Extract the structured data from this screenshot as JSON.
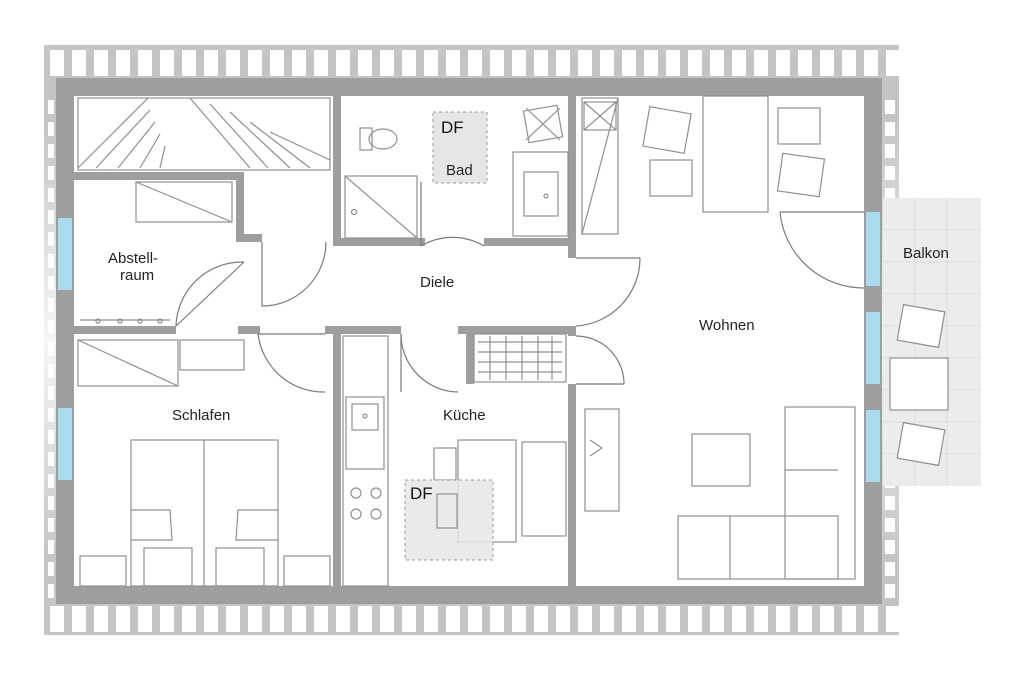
{
  "rooms": {
    "abstellraum_line1": "Abstell-",
    "abstellraum_line2": "raum",
    "bad": "Bad",
    "diele": "Diele",
    "wohnen": "Wohnen",
    "balkon": "Balkon",
    "schlafen": "Schlafen",
    "kueche": "Küche"
  },
  "markers": {
    "df_bad": "DF",
    "df_kueche": "DF"
  },
  "colors": {
    "wall": "#9e9e9e",
    "window": "#a9dcef",
    "dormer": "#e6e6e6",
    "balcony": "#ececec"
  }
}
